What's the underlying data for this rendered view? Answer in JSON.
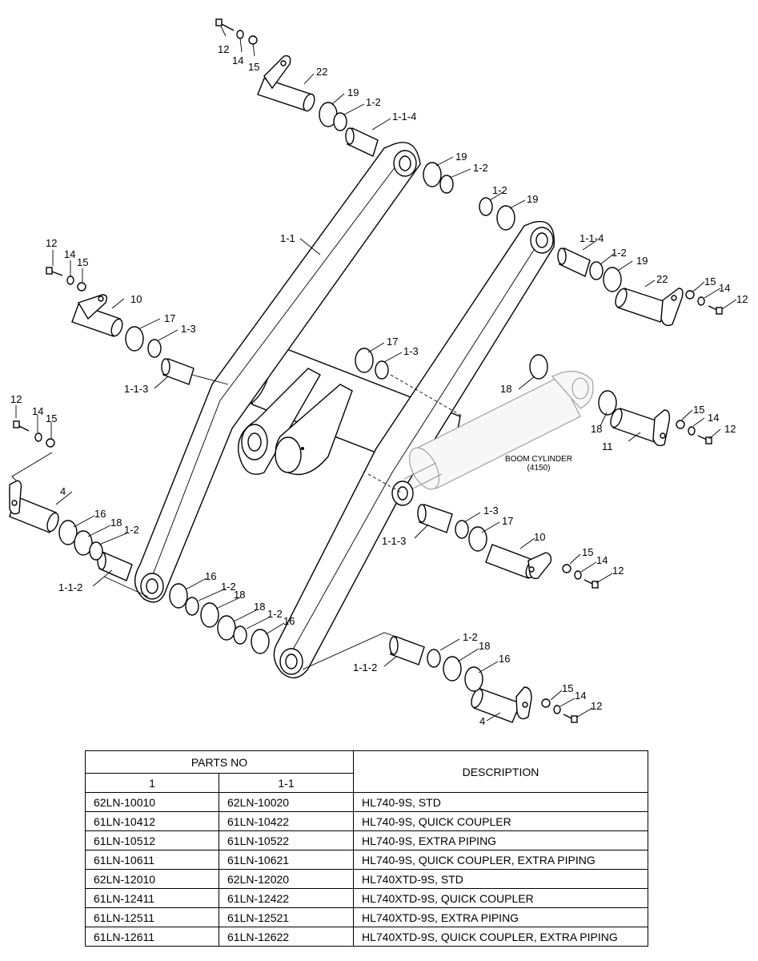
{
  "diagram": {
    "callouts": [
      "12",
      "14",
      "15",
      "22",
      "19",
      "1-2",
      "1-1-4",
      "19",
      "1-2",
      "1-2",
      "19",
      "1-1-4",
      "1-2",
      "19",
      "22",
      "15",
      "14",
      "12",
      "1-1",
      "12",
      "14",
      "15",
      "10",
      "17",
      "1-3",
      "1-1-3",
      "17",
      "1-3",
      "18",
      "18",
      "15",
      "14",
      "12",
      "11",
      "12",
      "14",
      "15",
      "4",
      "16",
      "18",
      "1-2",
      "1-1-2",
      "1-1-3",
      "1-3",
      "17",
      "10",
      "15",
      "14",
      "12",
      "16",
      "1-2",
      "18",
      "18",
      "1-2",
      "16",
      "1-2",
      "18",
      "16",
      "1-1-2",
      "15",
      "14",
      "12",
      "4"
    ],
    "cylinder_label": "BOOM CYLINDER",
    "cylinder_ref": "(4150)"
  },
  "table": {
    "group_header": "PARTS NO",
    "col1": "1",
    "col2": "1-1",
    "description_header": "DESCRIPTION",
    "rows": [
      {
        "p1": "62LN-10010",
        "p2": "62LN-10020",
        "desc": "HL740-9S, STD"
      },
      {
        "p1": "61LN-10412",
        "p2": "61LN-10422",
        "desc": "HL740-9S, QUICK COUPLER"
      },
      {
        "p1": "61LN-10512",
        "p2": "61LN-10522",
        "desc": "HL740-9S, EXTRA PIPING"
      },
      {
        "p1": "61LN-10611",
        "p2": "61LN-10621",
        "desc": "HL740-9S, QUICK COUPLER, EXTRA PIPING"
      },
      {
        "p1": "62LN-12010",
        "p2": "62LN-12020",
        "desc": "HL740XTD-9S, STD"
      },
      {
        "p1": "61LN-12411",
        "p2": "61LN-12422",
        "desc": "HL740XTD-9S, QUICK COUPLER"
      },
      {
        "p1": "61LN-12511",
        "p2": "61LN-12521",
        "desc": "HL740XTD-9S, EXTRA PIPING"
      },
      {
        "p1": "61LN-12611",
        "p2": "61LN-12622",
        "desc": "HL740XTD-9S, QUICK COUPLER, EXTRA PIPING"
      }
    ]
  }
}
